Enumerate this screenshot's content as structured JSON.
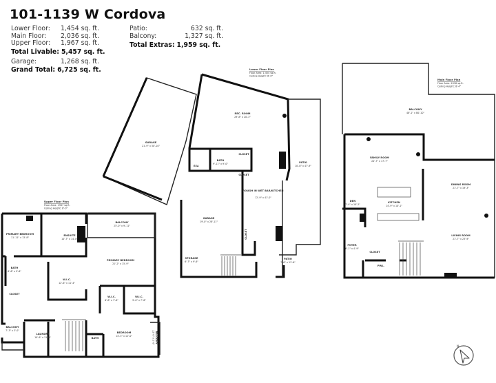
{
  "title": "101-1139 W Cordova",
  "stats": {
    "lower": {
      "label": "Lower Floor:",
      "value": "1,454 sq. ft."
    },
    "main": {
      "label": "Main Floor:",
      "value": "2,036 sq. ft."
    },
    "upper": {
      "label": "Upper Floor:",
      "value": "1,967 sq. ft."
    },
    "total_livable": {
      "label": "Total Livable:",
      "value": "5,457 sq. ft."
    },
    "garage": {
      "label": "Garage:",
      "value": "1,268 sq. ft."
    },
    "grand_total": {
      "label": "Grand Total:",
      "value": "6,725 sq. ft."
    },
    "patio": {
      "label": "Patio:",
      "value": "632 sq. ft."
    },
    "balcony": {
      "label": "Balcony:",
      "value": "1,327 sq. ft."
    },
    "total_extras": {
      "label": "Total Extras:",
      "value": "1,959 sq. ft."
    }
  },
  "lower_plan": {
    "heading": "Lower Floor Plan",
    "area": "Floor Area: 1,454 sq.ft.",
    "ceiling": "Ceiling Height: 8'-0\"",
    "rooms": [
      {
        "name": "REC. ROOM",
        "dim": "29'-8\" x 20'-3\""
      },
      {
        "name": "GARAGE",
        "dim": "21'-9\" x 50'-10\""
      },
      {
        "name": "BATH",
        "dim": "9'-11\" x 9'-0\""
      },
      {
        "name": "ELV.",
        "dim": ""
      },
      {
        "name": "CLOSET",
        "dim": ""
      },
      {
        "name": "CLOSET",
        "dim": ""
      },
      {
        "name": "ROUGH IN WET BAR/KITCHEN",
        "dim": "12'-9\" x 41'-0\""
      },
      {
        "name": "GARAGE",
        "dim": "19'-0\" x 28'-11\""
      },
      {
        "name": "STORAGE",
        "dim": "6'-7\" x 9'-6\""
      },
      {
        "name": "PATIO",
        "dim": "10'-8\" x 47'-9\""
      },
      {
        "name": "PATIO",
        "dim": "7'-6\" x 11'-6\""
      },
      {
        "name": "CLOSET",
        "dim": ""
      }
    ]
  },
  "main_plan": {
    "heading": "Main Floor Plan",
    "area": "Floor Area: 2036 sq.ft.",
    "ceiling": "Ceiling Height: 8'-4\"",
    "rooms": [
      {
        "name": "BALCONY",
        "dim": "48'-1\" x 80'-10\""
      },
      {
        "name": "FAMILY ROOM",
        "dim": "24'-7\" x 17'-7\""
      },
      {
        "name": "DINING ROOM",
        "dim": "21'-7\" x 19'-3\""
      },
      {
        "name": "DEN",
        "dim": "7'-4\" x 10'-2\""
      },
      {
        "name": "KITCHEN",
        "dim": "14'-9\" x 10'-1\""
      },
      {
        "name": "LIVING ROOM",
        "dim": "21'-7\" x 23'-9\""
      },
      {
        "name": "FOYER",
        "dim": "6'-1\" x 4'-9\""
      },
      {
        "name": "CLOSET",
        "dim": ""
      },
      {
        "name": "PWL.",
        "dim": ""
      }
    ]
  },
  "upper_plan": {
    "heading": "Upper Floor Plan",
    "area": "Floor Area: 1967 sq.ft.",
    "ceiling": "Ceiling Height: 8'-0\"",
    "rooms": [
      {
        "name": "PRIMARY BEDROOM",
        "dim": "11'-11\" x 13'-8\""
      },
      {
        "name": "ENSUITE",
        "dim": "14'-7\" x 14'-8\""
      },
      {
        "name": "BALCONY",
        "dim": "25'-0\" x 9'-11\""
      },
      {
        "name": "PRIMARY BEDROOM",
        "dim": "21'-2\" x 15'-9\""
      },
      {
        "name": "BATH",
        "dim": "6'-6\" x 9'-6\""
      },
      {
        "name": "W.I.C.",
        "dim": "12'-6\" x 11'-4\""
      },
      {
        "name": "CLOSET",
        "dim": ""
      },
      {
        "name": "W.I.C.",
        "dim": "6'-8\" x 7'-6\""
      },
      {
        "name": "W.I.C.",
        "dim": "9'-0\" x 7'-6\""
      },
      {
        "name": "BALCONY",
        "dim": "7'-3\" x 3'-0\""
      },
      {
        "name": "LAUNDRY",
        "dim": "10'-6\" x 11'-0\""
      },
      {
        "name": "BATH",
        "dim": ""
      },
      {
        "name": "BEDROOM",
        "dim": "14'-3\" x 12'-0\""
      },
      {
        "name": "BALCONY",
        "dim": "12'-0\" x 2'-0\""
      }
    ]
  },
  "compass": {
    "icon": "north-arrow-icon",
    "label": "N"
  }
}
